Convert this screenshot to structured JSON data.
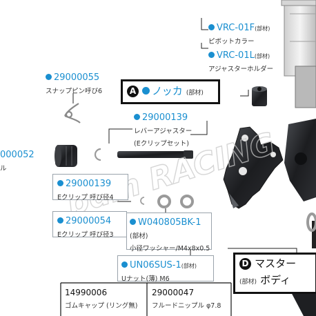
{
  "watermark": "pdm RACING",
  "callout_a": {
    "letter": "A",
    "name": "ノッカ",
    "tag": "(部材)"
  },
  "callout_d": {
    "letter": "D",
    "name_line1": "マスター",
    "tag": "(部材)",
    "name_line2": "ボディ"
  },
  "parts": [
    {
      "code": "VRC-01F",
      "tag": "(部材)",
      "desc": "ピボットカラー"
    },
    {
      "code": "VRC-01L",
      "tag": "(部材)",
      "desc": "アジャスターホルダー"
    },
    {
      "code": "29000055",
      "desc": "スナップピン呼び6"
    },
    {
      "code": "29000139",
      "desc_line1": "レバーアジャスター",
      "desc_line2": "(Eクリップセット)"
    },
    {
      "code": "000052",
      "desc": "ル"
    },
    {
      "code": "29000139",
      "desc": "Eクリップ 呼び径4"
    },
    {
      "code": "29000054",
      "desc": "Eクリップ 呼び径3"
    },
    {
      "code": "W040805BK-1",
      "tag": "(部材)",
      "desc": "小径ワッシャー/M4x8x0.5"
    },
    {
      "code": "UN06SUS-1",
      "tag": "(部材)",
      "desc": "Uナット(薄) M6"
    },
    {
      "code": "14990006",
      "desc": "ゴムキャップ (リング無)"
    },
    {
      "code": "29000047",
      "desc": "フルードニップル φ7.8"
    }
  ]
}
